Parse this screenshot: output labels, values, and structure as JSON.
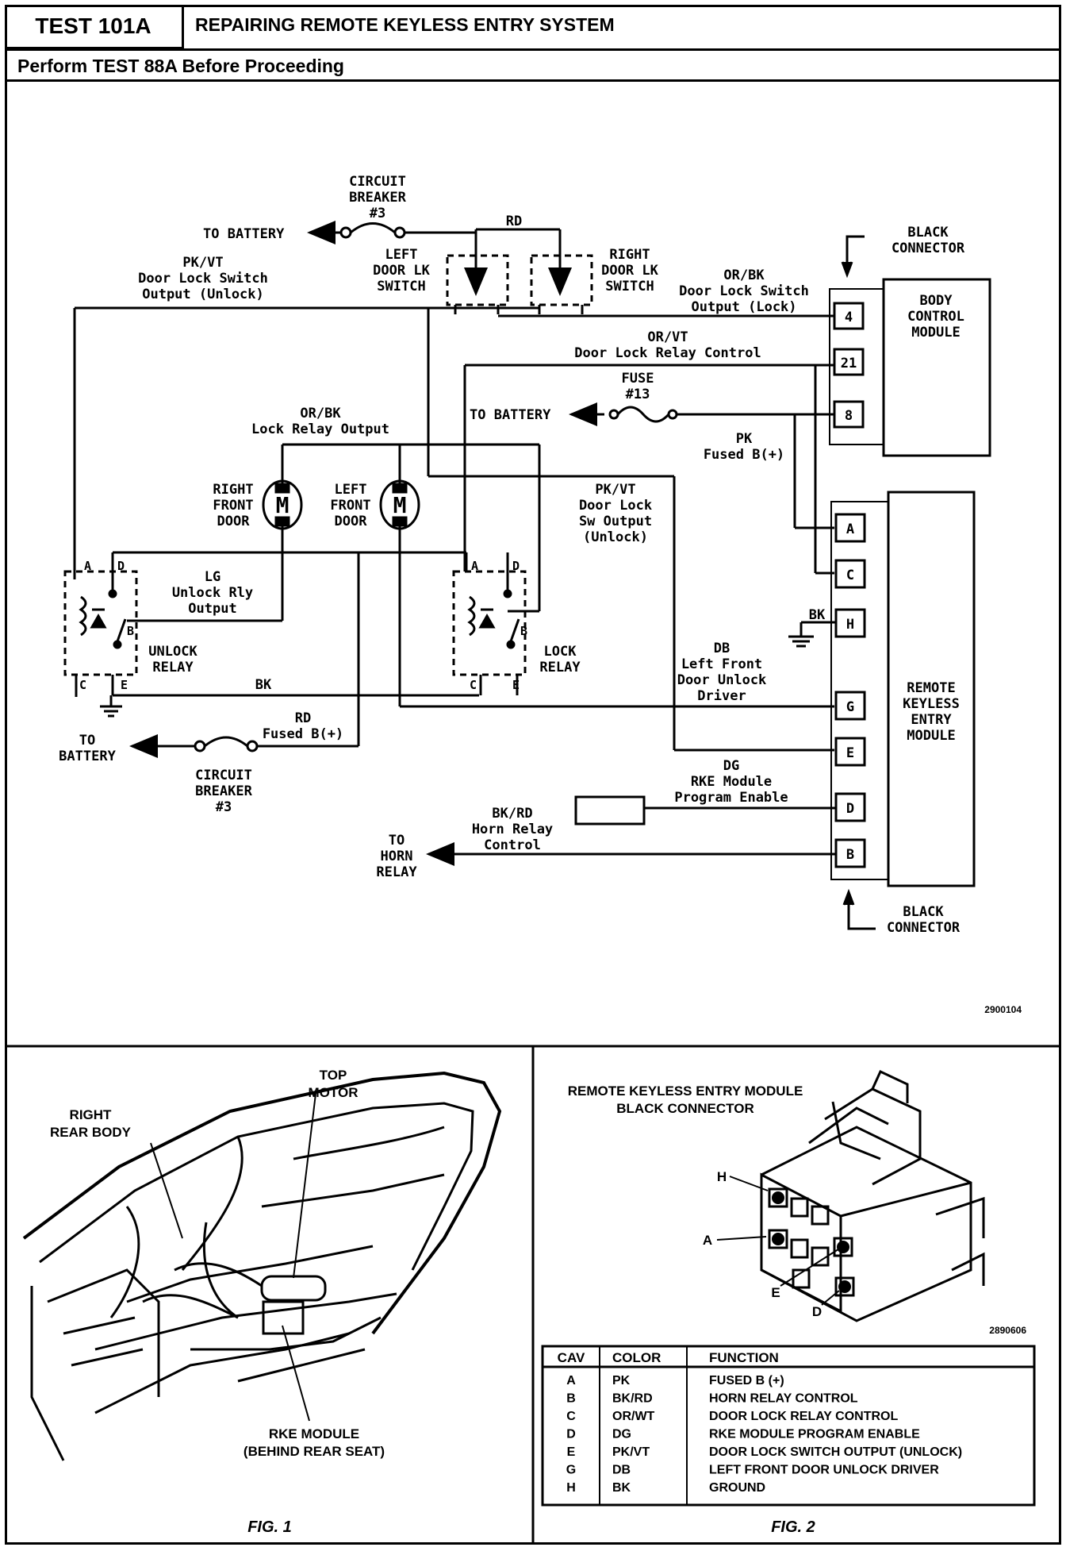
{
  "header": {
    "test_id": "TEST 101A",
    "title": "REPAIRING REMOTE KEYLESS ENTRY SYSTEM",
    "subtitle": "Perform TEST 88A Before Proceeding"
  },
  "schematic": {
    "cb_top": [
      "CIRCUIT",
      "BREAKER",
      "#3"
    ],
    "to_battery_top": "TO BATTERY",
    "rd_top": "RD",
    "pkvt_left": [
      "PK/VT",
      "Door Lock Switch",
      "Output (Unlock)"
    ],
    "left_door_switch": [
      "LEFT",
      "DOOR LK",
      "SWITCH"
    ],
    "right_door_switch": [
      "RIGHT",
      "DOOR LK",
      "SWITCH"
    ],
    "orbk_lock": [
      "OR/BK",
      "Door Lock Switch",
      "Output (Lock)"
    ],
    "black_connector_top": [
      "BLACK",
      "CONNECTOR"
    ],
    "bcm": [
      "BODY",
      "CONTROL",
      "MODULE"
    ],
    "bcm_pins": [
      "4",
      "21",
      "8"
    ],
    "orvt": [
      "OR/VT",
      "Door Lock Relay Control"
    ],
    "fuse13": [
      "FUSE",
      "#13"
    ],
    "to_battery_mid": "TO BATTERY",
    "pk_fused": [
      "PK",
      "Fused B(+)"
    ],
    "orbk_relay": [
      "OR/BK",
      "Lock Relay Output"
    ],
    "right_front_door": [
      "RIGHT",
      "FRONT",
      "DOOR"
    ],
    "left_front_door": [
      "LEFT",
      "FRONT",
      "DOOR"
    ],
    "motor_symbol": "M",
    "pkvt_mid": [
      "PK/VT",
      "Door Lock",
      "Sw Output",
      "(Unlock)"
    ],
    "lg_unlock": [
      "LG",
      "Unlock Rly",
      "Output"
    ],
    "unlock_relay": [
      "UNLOCK",
      "RELAY"
    ],
    "lock_relay": [
      "LOCK",
      "RELAY"
    ],
    "relay_pins": [
      "A",
      "D",
      "B",
      "C",
      "E"
    ],
    "bk_mid": "BK",
    "bk_gnd": "BK",
    "db_label": [
      "DB",
      "Left Front",
      "Door Unlock",
      "Driver"
    ],
    "rd_fused": [
      "RD",
      "Fused B(+)"
    ],
    "to_battery_bottom": [
      "TO",
      "BATTERY"
    ],
    "cb_bottom": [
      "CIRCUIT",
      "BREAKER",
      "#3"
    ],
    "dg_label": [
      "DG",
      "RKE Module",
      "Program Enable"
    ],
    "bkrd_label": [
      "BK/RD",
      "Horn Relay",
      "Control"
    ],
    "to_horn": [
      "TO",
      "HORN",
      "RELAY"
    ],
    "rke_pins": [
      "A",
      "C",
      "H",
      "G",
      "E",
      "D",
      "B"
    ],
    "rke_module": [
      "REMOTE",
      "KEYLESS",
      "ENTRY",
      "MODULE"
    ],
    "black_connector_bottom": [
      "BLACK",
      "CONNECTOR"
    ],
    "ref_code": "2900104"
  },
  "fig1": {
    "top_motor": [
      "TOP",
      "MOTOR"
    ],
    "right_rear_body": [
      "RIGHT",
      "REAR BODY"
    ],
    "rke_module": [
      "RKE MODULE",
      "(BEHIND REAR SEAT)"
    ],
    "caption": "FIG. 1"
  },
  "fig2": {
    "title": [
      "REMOTE KEYLESS ENTRY MODULE",
      "BLACK CONNECTOR"
    ],
    "callouts": [
      "H",
      "A",
      "E",
      "D"
    ],
    "ref_code": "2890606",
    "table": {
      "headers": [
        "CAV",
        "COLOR",
        "FUNCTION"
      ],
      "rows": [
        [
          "A",
          "PK",
          "FUSED B (+)"
        ],
        [
          "B",
          "BK/RD",
          "HORN RELAY CONTROL"
        ],
        [
          "C",
          "OR/WT",
          "DOOR LOCK RELAY CONTROL"
        ],
        [
          "D",
          "DG",
          "RKE MODULE PROGRAM ENABLE"
        ],
        [
          "E",
          "PK/VT",
          "DOOR LOCK SWITCH OUTPUT (UNLOCK)"
        ],
        [
          "G",
          "DB",
          "LEFT FRONT DOOR UNLOCK DRIVER"
        ],
        [
          "H",
          "BK",
          "GROUND"
        ]
      ]
    },
    "caption": "FIG. 2"
  }
}
